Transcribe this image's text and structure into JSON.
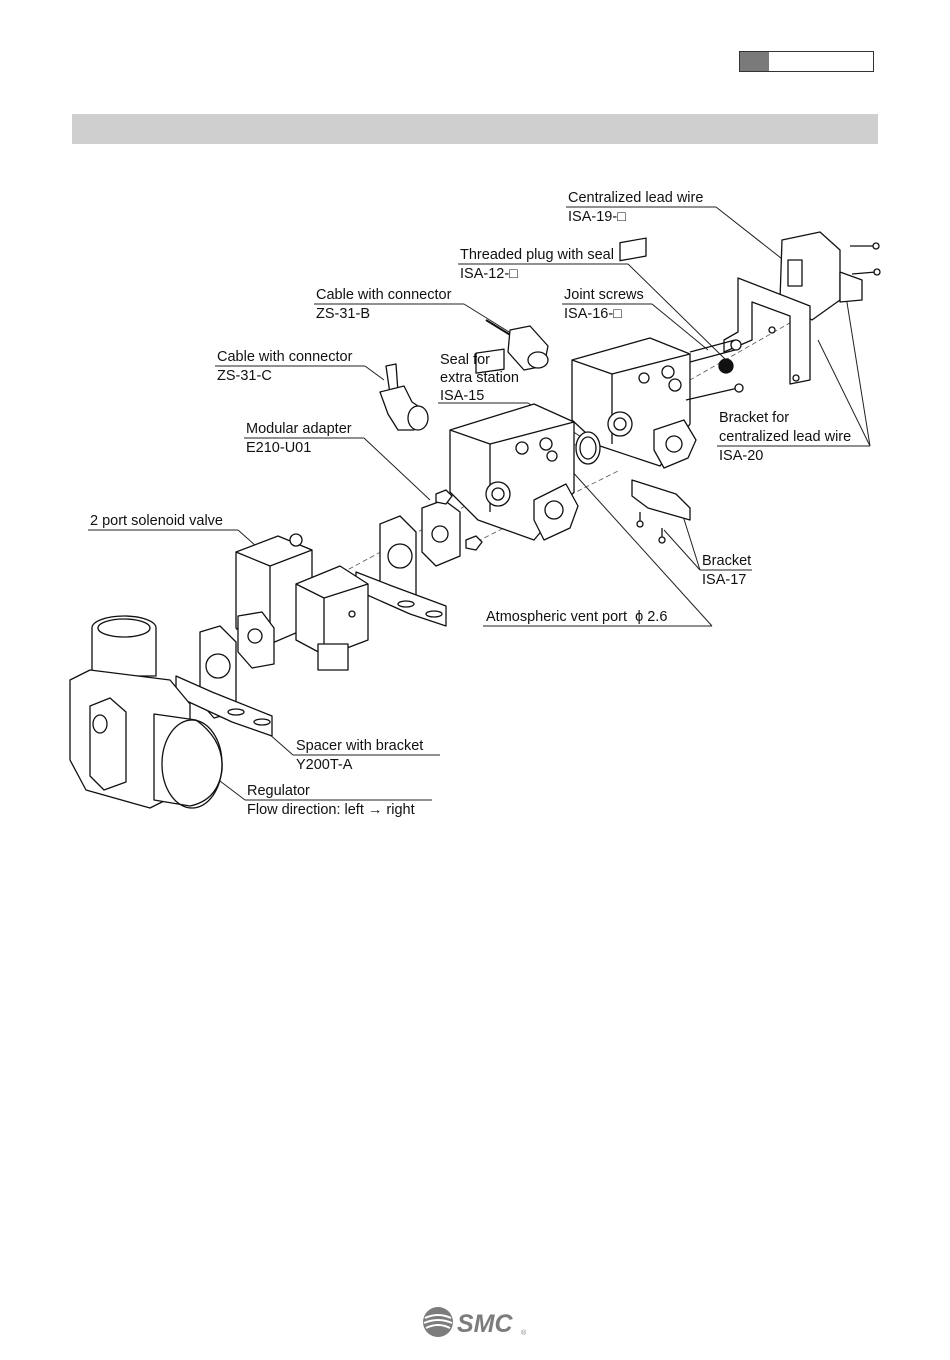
{
  "header": {
    "section_box": ""
  },
  "logo": {
    "text": "SMC",
    "registered": "®"
  },
  "callouts": [
    {
      "id": "centralized-lead-wire",
      "name": "Centralized lead wire",
      "part": "ISA-19-□"
    },
    {
      "id": "threaded-plug",
      "name": "Threaded plug with seal",
      "part": "ISA-12-□"
    },
    {
      "id": "cable-zs31b",
      "name": "Cable with connector",
      "part": "ZS-31-B"
    },
    {
      "id": "joint-screws",
      "name": "Joint screws",
      "part": "ISA-16-□"
    },
    {
      "id": "cable-zs31c",
      "name": "Cable with connector",
      "part": "ZS-31-C"
    },
    {
      "id": "seal",
      "name": "Seal for",
      "name2": "extra station",
      "part": "ISA-15"
    },
    {
      "id": "modular-adapter",
      "name": "Modular adapter",
      "part": "E210-U01"
    },
    {
      "id": "bracket-lead",
      "name": "Bracket for",
      "name2": "centralized lead wire",
      "part": "ISA-20"
    },
    {
      "id": "solenoid",
      "name": "2 port solenoid valve"
    },
    {
      "id": "bracket",
      "name": "Bracket",
      "part": "ISA-17"
    },
    {
      "id": "vent",
      "name": "Atmospheric vent port  ϕ 2.6"
    },
    {
      "id": "spacer",
      "name": "Spacer with bracket",
      "part": "Y200T-A"
    },
    {
      "id": "regulator",
      "name": "Regulator",
      "part": "Flow direction: left → right"
    }
  ]
}
